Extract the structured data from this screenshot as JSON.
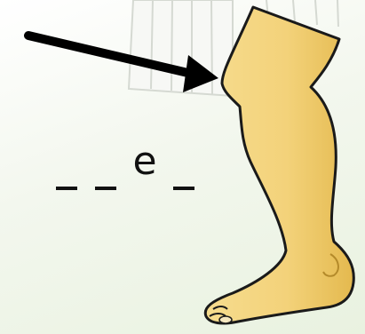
{
  "game": {
    "slots": [
      {
        "letter": ""
      },
      {
        "letter": ""
      },
      {
        "letter": "e"
      },
      {
        "letter": ""
      }
    ],
    "picture": "leg-and-foot",
    "pointer": "arrow-pointing-at-knee"
  },
  "colors": {
    "background": "#eef5e8",
    "skin": "#f1cf73",
    "outline": "#1a1a1a",
    "arrow": "#000000"
  }
}
